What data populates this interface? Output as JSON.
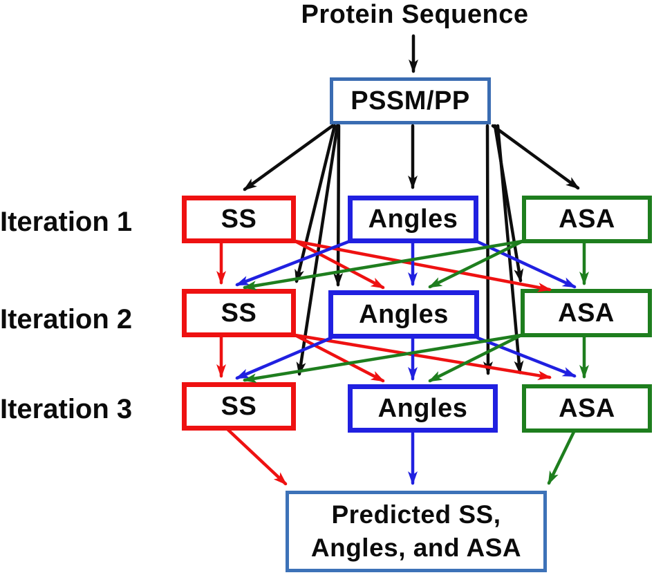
{
  "header": {
    "title": "Protein Sequence"
  },
  "colors": {
    "black": "#0d0d0d",
    "red": "#ee1111",
    "blue": "#2020e0",
    "green": "#1e7e1e",
    "pssm_border": "#3a6cb2",
    "final_border": "#3d72b8"
  },
  "nodes": {
    "pssm": "PSSM/PP",
    "ss1": "SS",
    "angles1": "Angles",
    "asa1": "ASA",
    "ss2": "SS",
    "angles2": "Angles",
    "asa2": "ASA",
    "ss3": "SS",
    "angles3": "Angles",
    "asa3": "ASA",
    "final_line1": "Predicted SS,",
    "final_line2": "Angles, and ASA"
  },
  "iterations": [
    "Iteration 1",
    "Iteration 2",
    "Iteration 3"
  ]
}
